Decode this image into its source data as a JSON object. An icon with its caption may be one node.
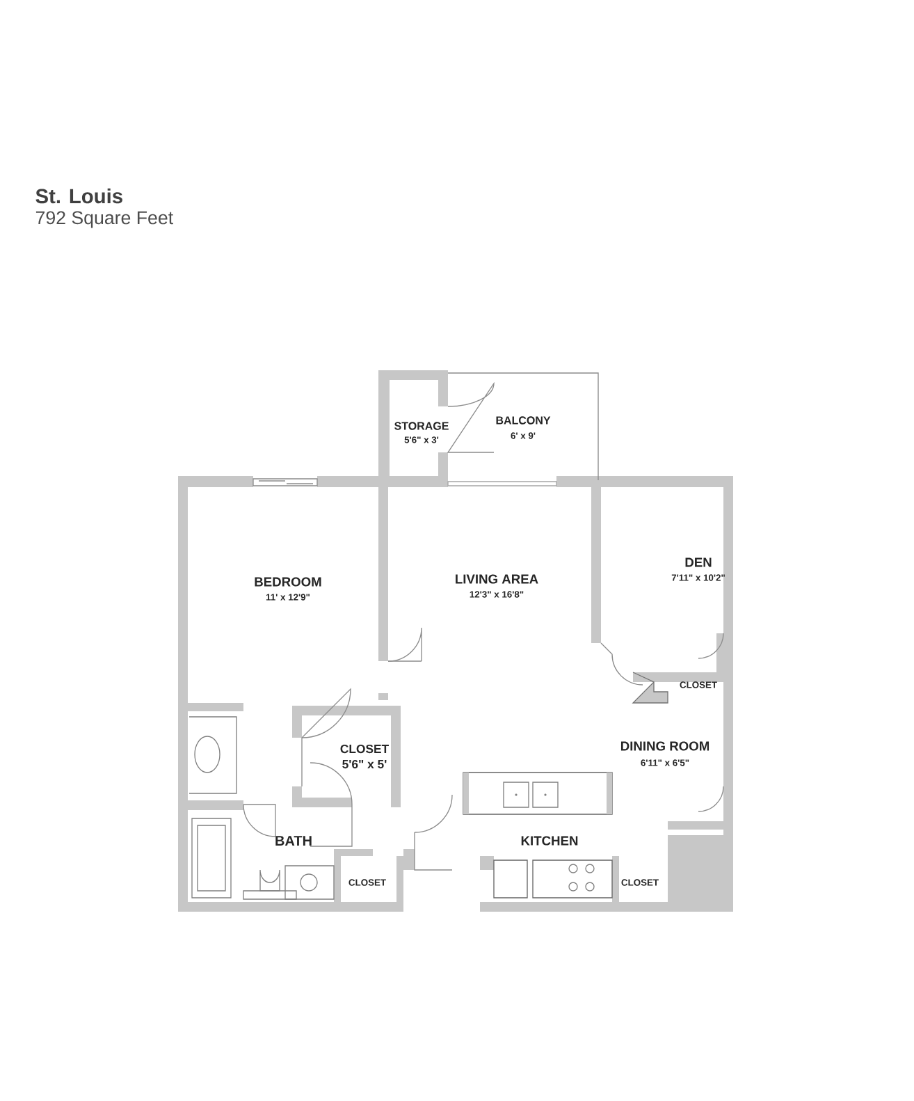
{
  "diagram": {
    "title": "St. Louis",
    "labels": [
      "792 Square Feet",
      "STORAGE",
      "5'6\" x 3'",
      "BALCONY",
      "6' x 9'",
      "BEDROOM",
      "11' x 12'9\"",
      "LIVING AREA",
      "12'3\" x 16'8\"",
      "DEN",
      "7'11\" x 10'2\"",
      "CLOSET",
      "CLOSET",
      "5'6\" x 5'",
      "DINING ROOM",
      "6'11\" x 6'5\"",
      "BATH",
      "KITCHEN",
      "CLOSET",
      "CLOSET"
    ]
  }
}
